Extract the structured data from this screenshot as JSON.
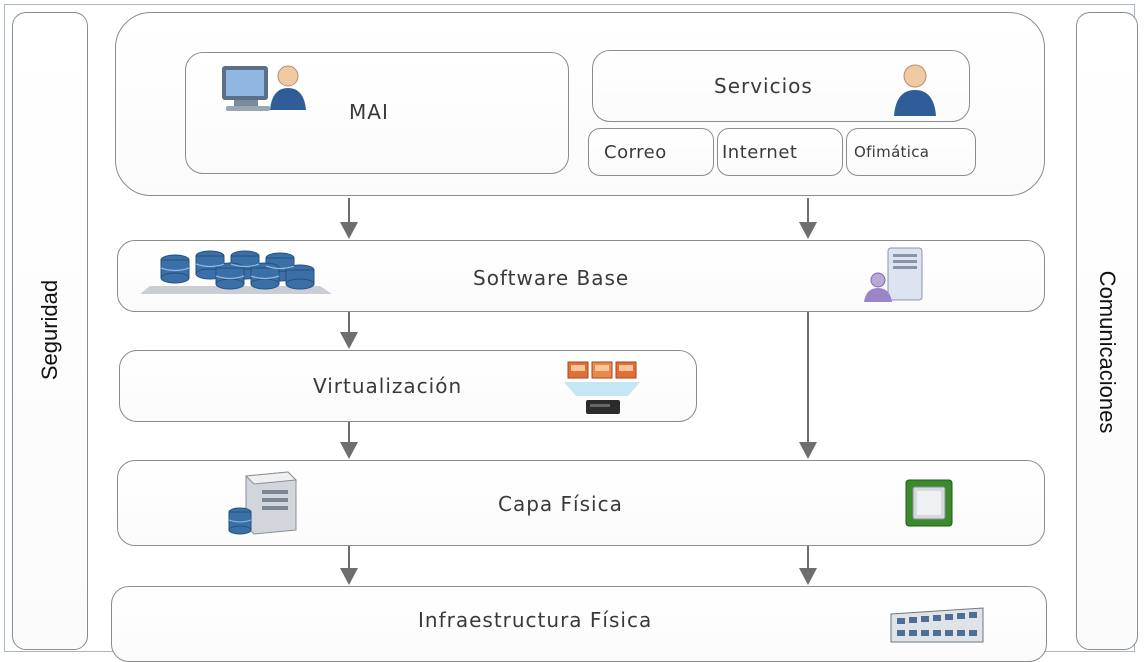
{
  "side_left": {
    "label": "Seguridad"
  },
  "side_right": {
    "label": "Comunicaciones"
  },
  "top": {
    "mai": {
      "label": "MAI",
      "icon": "user-workstation-icon"
    },
    "servicios": {
      "label": "Servicios",
      "icon": "user-icon",
      "items": [
        "Correo",
        "Internet",
        "Ofimática"
      ]
    }
  },
  "layers": {
    "software_base": {
      "label": "Software Base",
      "icons": [
        "database-cluster-icon",
        "server-user-icon"
      ]
    },
    "virtualizacion": {
      "label": "Virtualización",
      "icons": [
        "virtual-machines-icon"
      ]
    },
    "capa_fisica": {
      "label": "Capa Física",
      "icons": [
        "server-database-icon",
        "chip-icon"
      ]
    },
    "infraestructura": {
      "label": "Infraestructura Física",
      "icons": [
        "building-icon"
      ]
    }
  },
  "colors": {
    "border": "#8c8c8c",
    "arrow": "#6e6e6e",
    "db_blue": "#3a6fa8",
    "chip_green": "#3c8a2e",
    "vm_orange": "#e0703a"
  }
}
